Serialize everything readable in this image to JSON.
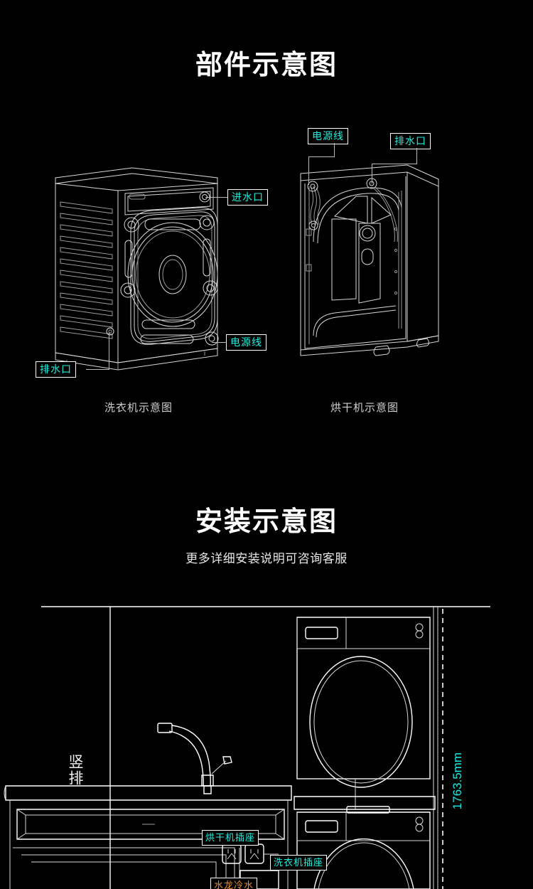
{
  "section1": {
    "title": "部件示意图",
    "captions": {
      "washer": "洗衣机示意图",
      "dryer": "烘干机示意图"
    },
    "labels": {
      "washer_water_inlet": "进水口",
      "washer_power_cord": "电源线",
      "washer_drain": "排水口",
      "dryer_power_cord": "电源线",
      "dryer_drain": "排水口"
    }
  },
  "section2": {
    "title": "安装示意图",
    "subtitle": "更多详细安装说明可咨询客服",
    "orientation_label": "竖排",
    "dimension": "1763.5mm",
    "labels": {
      "dryer_socket": "烘干机插座",
      "washer_socket": "洗衣机插座",
      "water_tap": "水龙冷水"
    }
  },
  "colors": {
    "background": "#000000",
    "accent_cyan": "#1ff0e0",
    "accent_orange": "#e8902e",
    "line": "#d8d8d8",
    "text": "#ffffff"
  }
}
